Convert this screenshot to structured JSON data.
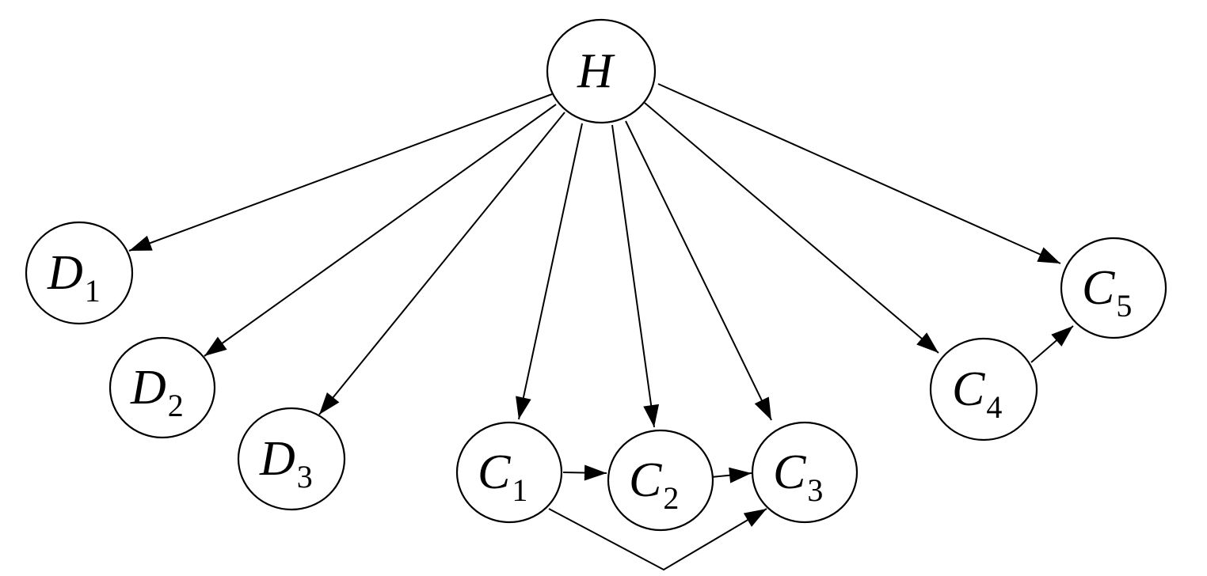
{
  "diagram": {
    "type": "directed-graph",
    "nodes": [
      {
        "id": "H",
        "letter": "H",
        "sub": ""
      },
      {
        "id": "D1",
        "letter": "D",
        "sub": "1"
      },
      {
        "id": "D2",
        "letter": "D",
        "sub": "2"
      },
      {
        "id": "D3",
        "letter": "D",
        "sub": "3"
      },
      {
        "id": "C1",
        "letter": "C",
        "sub": "1"
      },
      {
        "id": "C2",
        "letter": "C",
        "sub": "2"
      },
      {
        "id": "C3",
        "letter": "C",
        "sub": "3"
      },
      {
        "id": "C4",
        "letter": "C",
        "sub": "4"
      },
      {
        "id": "C5",
        "letter": "C",
        "sub": "5"
      }
    ],
    "edges": [
      {
        "from": "H",
        "to": "D1"
      },
      {
        "from": "H",
        "to": "D2"
      },
      {
        "from": "H",
        "to": "D3"
      },
      {
        "from": "H",
        "to": "C1"
      },
      {
        "from": "H",
        "to": "C2"
      },
      {
        "from": "H",
        "to": "C3"
      },
      {
        "from": "H",
        "to": "C4"
      },
      {
        "from": "H",
        "to": "C5"
      },
      {
        "from": "C1",
        "to": "C2"
      },
      {
        "from": "C2",
        "to": "C3"
      },
      {
        "from": "C1",
        "to": "C3",
        "routing": "bent-below"
      },
      {
        "from": "C4",
        "to": "C5"
      }
    ]
  }
}
